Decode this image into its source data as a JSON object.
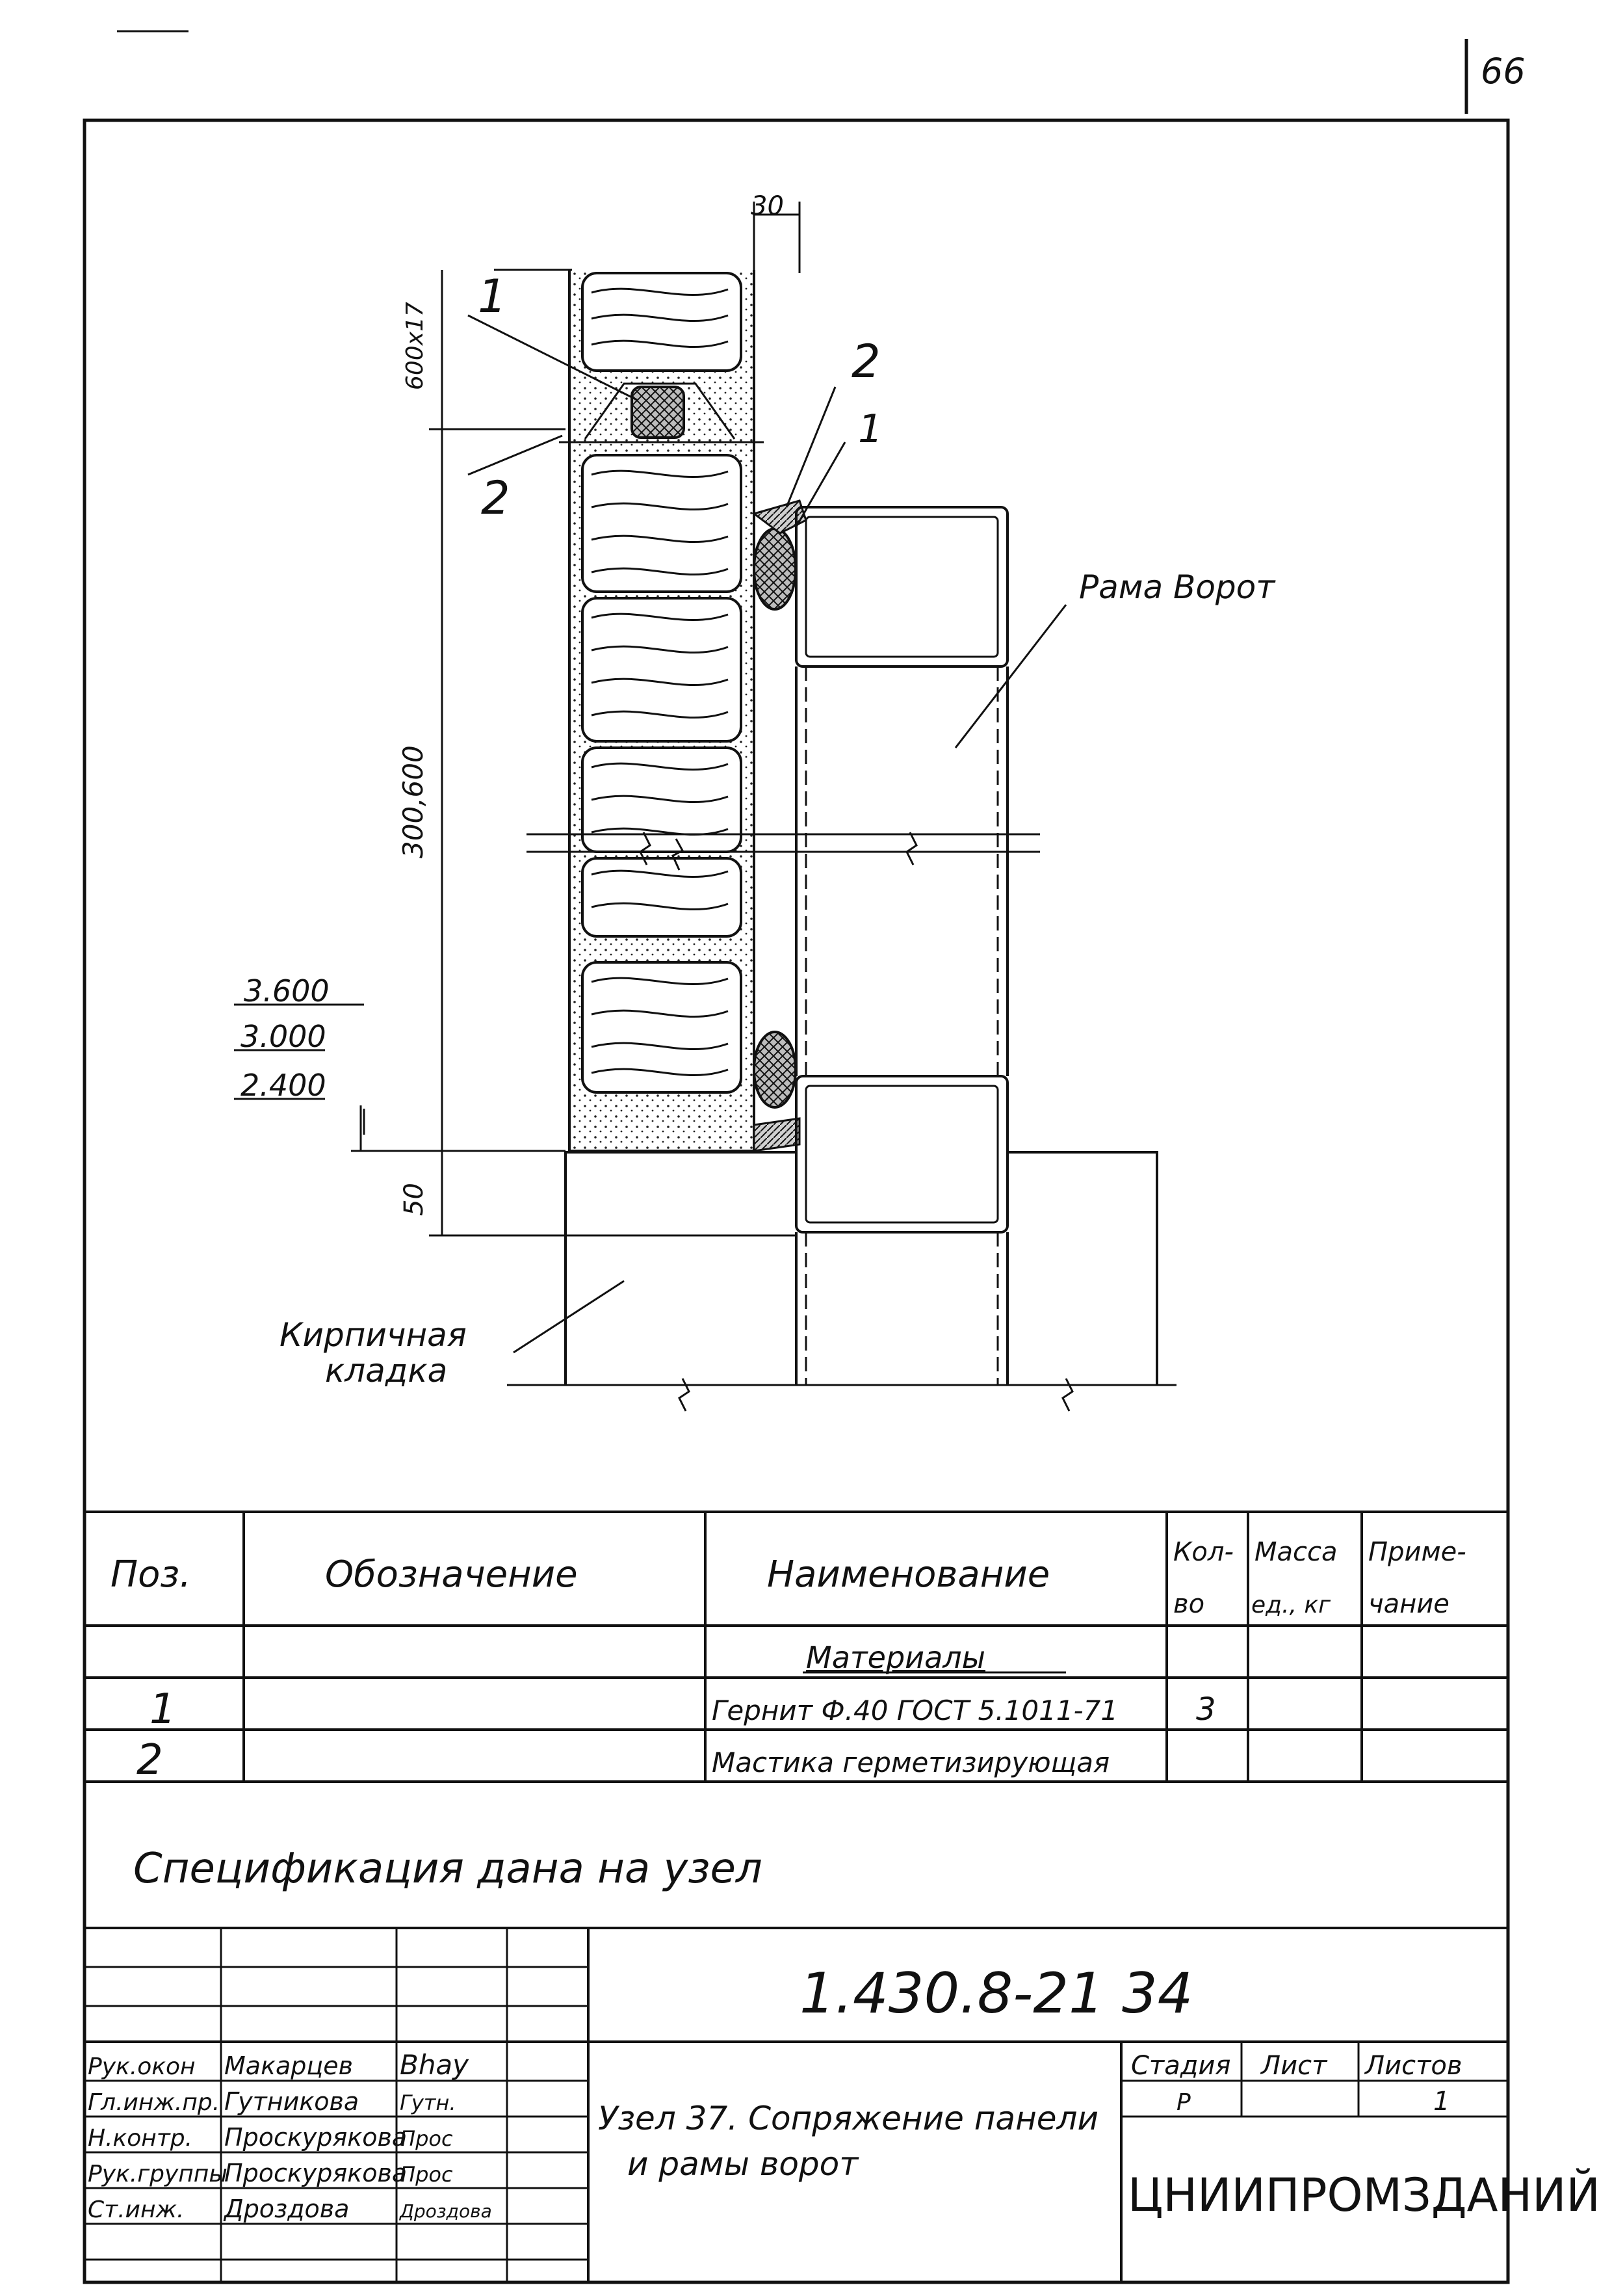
{
  "page_number": "66",
  "drawing": {
    "dim_top": "30",
    "dim_panel_top": "600x17",
    "dim_panel": "300,600",
    "dim_base": "50",
    "levels": [
      "3.600",
      "3.000",
      "2.400"
    ],
    "callouts": {
      "c1_left": "1",
      "c2_left": "2",
      "c2_right": "2",
      "c1_right": "1"
    },
    "label_frame": "Рама Ворот",
    "label_brick_1": "Кирпичная",
    "label_brick_2": "кладка"
  },
  "spec_table": {
    "headers": {
      "pos": "Поз.",
      "designation": "Обозначение",
      "name": "Наименование",
      "qty_1": "Кол-",
      "qty_2": "во",
      "mass_1": "Масса",
      "mass_2": "ед., кг",
      "note_1": "Приме-",
      "note_2": "чание"
    },
    "section": "Материалы",
    "rows": [
      {
        "pos": "1",
        "name": "Гернит Ф.40 ГОСТ 5.1011-71",
        "qty": "3"
      },
      {
        "pos": "2",
        "name": "Мастика герметизирующая",
        "qty": ""
      }
    ],
    "footnote": "Спецификация дана на узел"
  },
  "title_block": {
    "code": "1.430.8-21 34",
    "title_1": "Узел 37. Сопряжение панели",
    "title_2": "и рамы ворот",
    "stage_label": "Стадия",
    "sheet_label": "Лист",
    "sheets_label": "Листов",
    "stage": "Р",
    "sheets": "1",
    "org": "ЦНИИПРОМЗДАНИЙ",
    "roles": [
      {
        "role": "Рук.окон",
        "name": "Макарцев",
        "sign": "Bhay"
      },
      {
        "role": "Гл.инж.пр.",
        "name": "Гутникова",
        "sign": "Гутн."
      },
      {
        "role": "Н.контр.",
        "name": "Проскурякова",
        "sign": "Прос"
      },
      {
        "role": "Рук.группы",
        "name": "Проскурякова",
        "sign": "Прос"
      },
      {
        "role": "Ст.инж.",
        "name": "Дроздова",
        "sign": "Дроздова"
      }
    ]
  }
}
